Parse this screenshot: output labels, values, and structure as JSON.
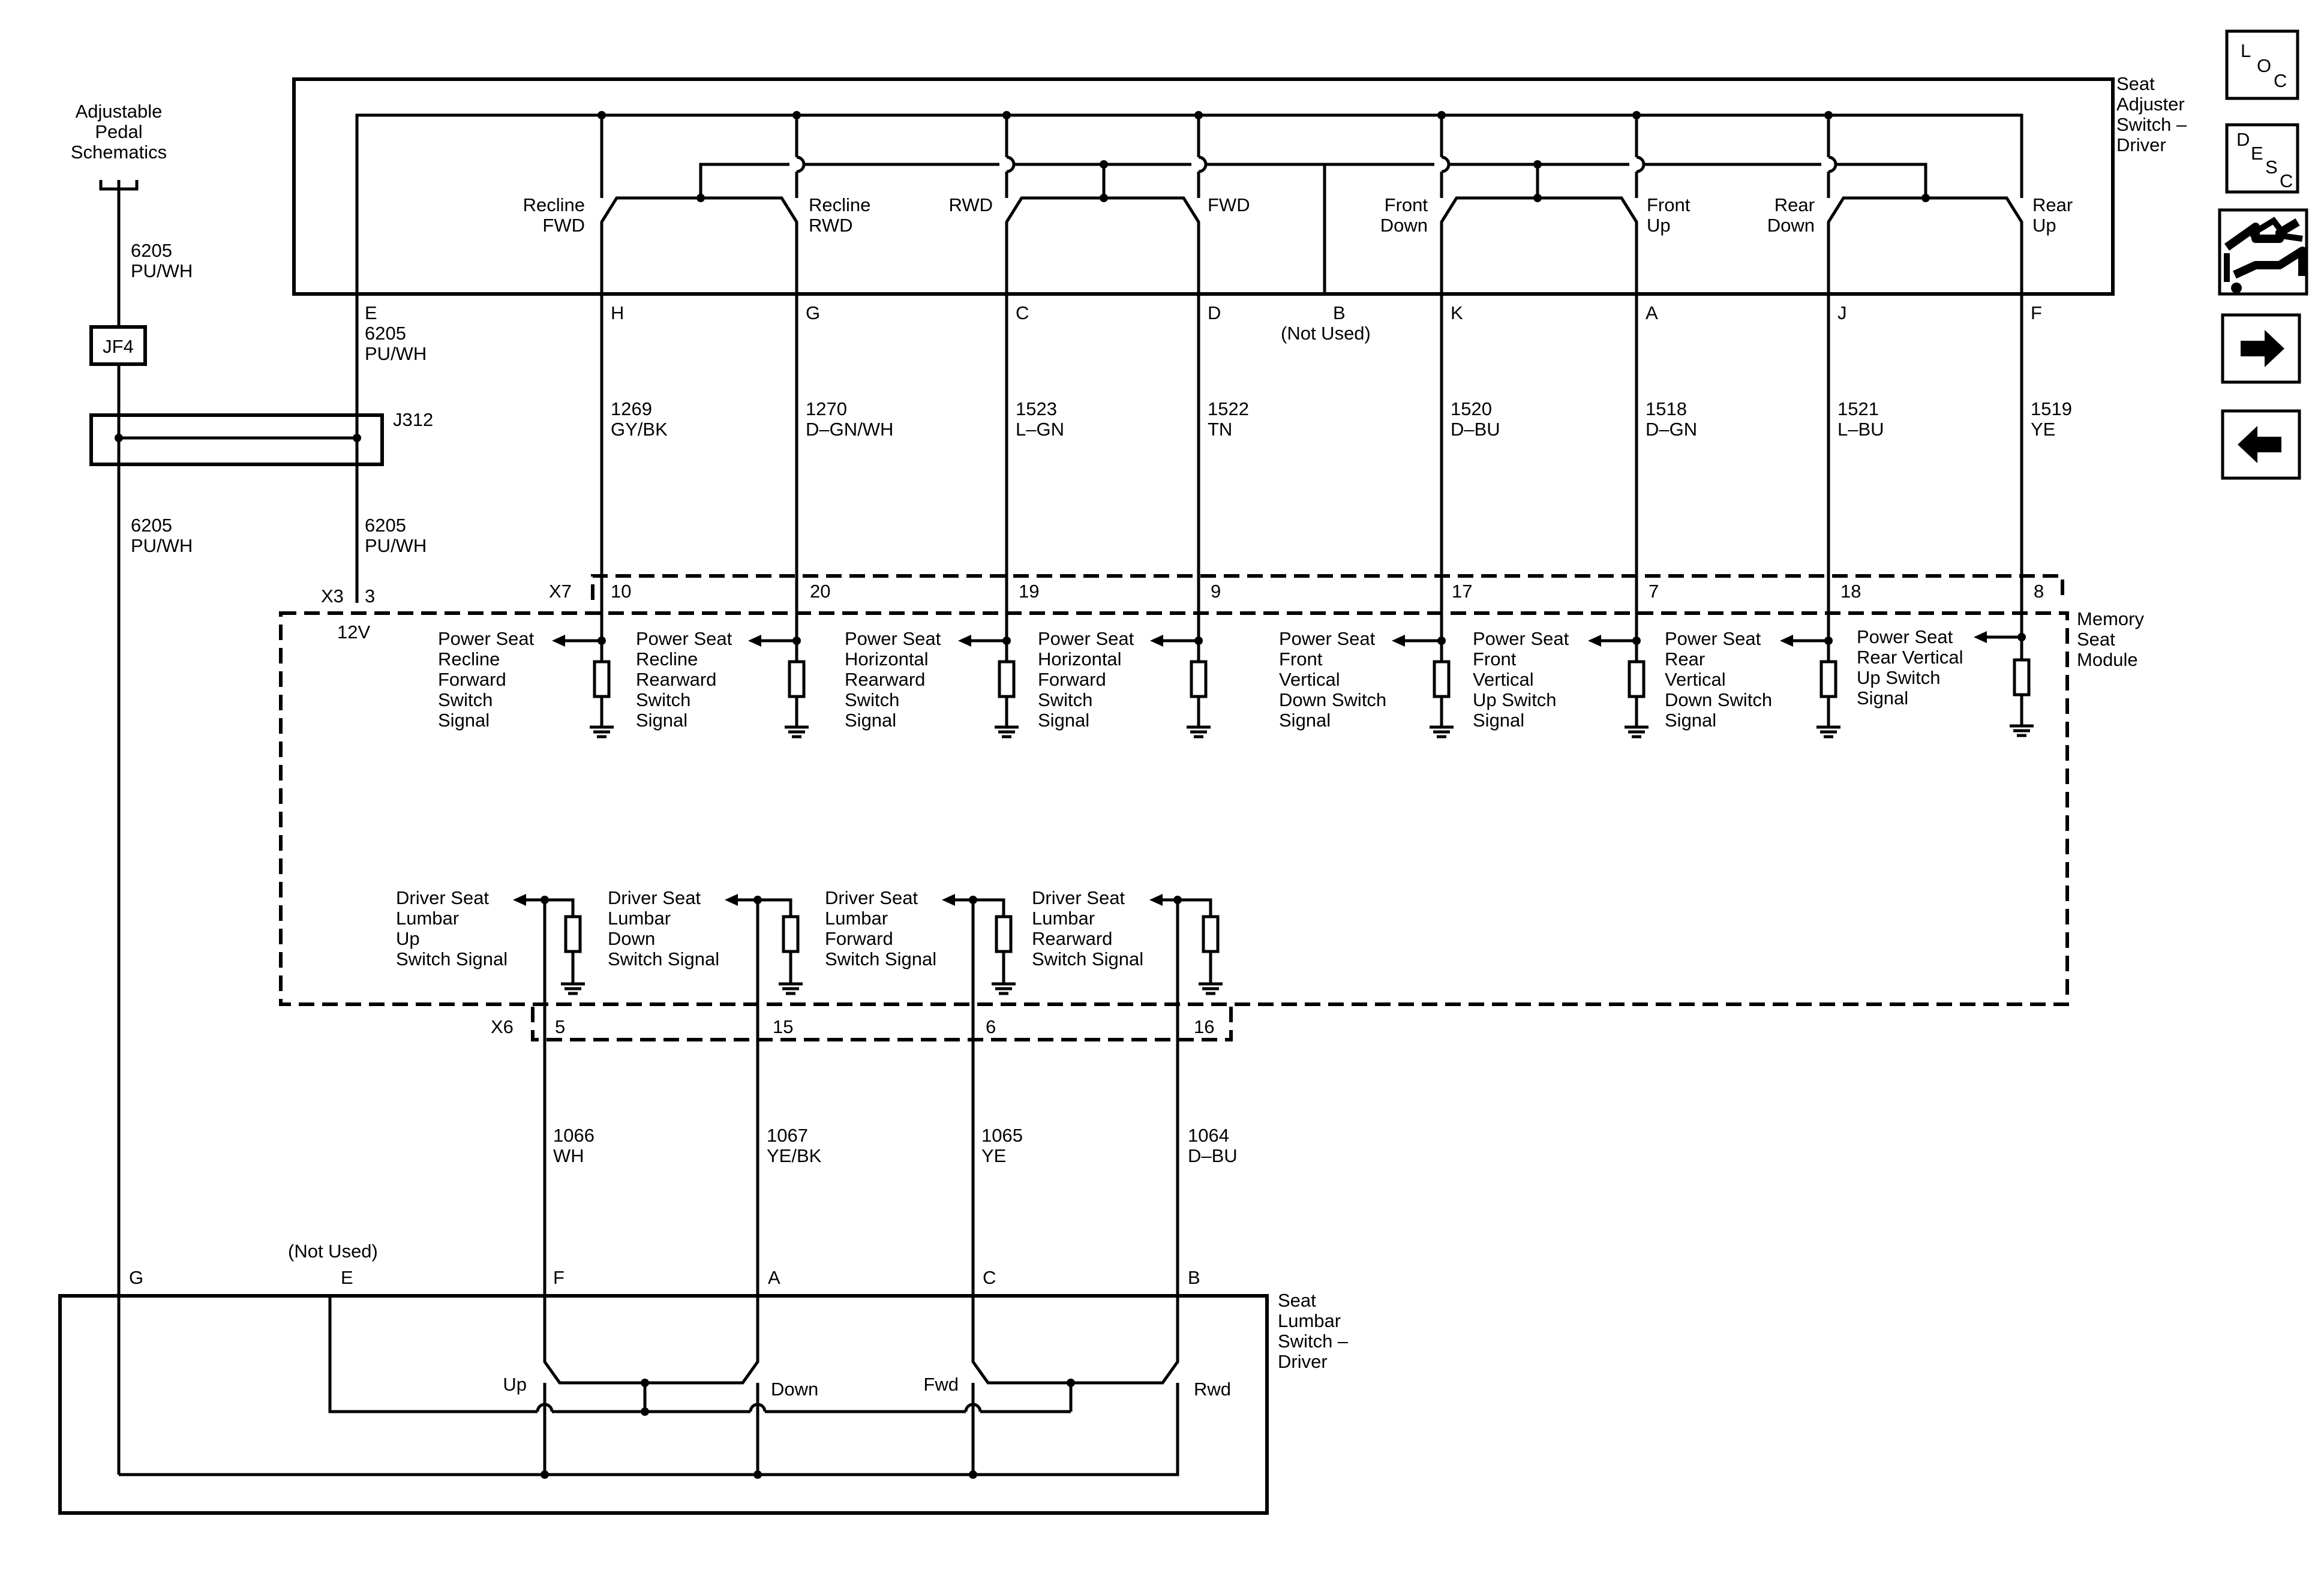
{
  "components": {
    "seat_adjuster": [
      "Seat",
      "Adjuster",
      "Switch –",
      "Driver"
    ],
    "memory_module": [
      "Memory",
      "Seat",
      "Module"
    ],
    "lumbar_switch": [
      "Seat",
      "Lumbar",
      "Switch –",
      "Driver"
    ],
    "pedal": [
      "Adjustable",
      "Pedal",
      "Schematics"
    ]
  },
  "misc": {
    "jf4": "JF4",
    "j312": "J312",
    "x3": "X3",
    "x3_pin": "3",
    "x3_voltage": "12V",
    "x7": "X7",
    "x6": "X6",
    "not_used": "(Not Used)"
  },
  "pedal_wire": {
    "upper_circuit": "6205",
    "upper_color": "PU/WH",
    "lower_circuit": "6205",
    "lower_color": "PU/WH"
  },
  "feed_wire": {
    "pin": "E",
    "upper_circuit": "6205",
    "upper_color": "PU/WH",
    "lower_circuit": "6205",
    "lower_color": "PU/WH"
  },
  "switch_labels": [
    [
      "Recline",
      "FWD"
    ],
    [
      "Recline",
      "RWD"
    ],
    [
      "RWD"
    ],
    [
      "FWD"
    ],
    [
      "Front",
      "Down"
    ],
    [
      "Front",
      "Up"
    ],
    [
      "Rear",
      "Down"
    ],
    [
      "Rear",
      "Up"
    ]
  ],
  "adjuster_pins": [
    {
      "pin": "H",
      "circuit": "1269",
      "color": "GY/BK",
      "x7_pin": "10"
    },
    {
      "pin": "G",
      "circuit": "1270",
      "color": "D–GN/WH",
      "x7_pin": "20"
    },
    {
      "pin": "C",
      "circuit": "1523",
      "color": "L–GN",
      "x7_pin": "19"
    },
    {
      "pin": "D",
      "circuit": "1522",
      "color": "TN",
      "x7_pin": "9"
    },
    {
      "pin": "B",
      "circuit": "",
      "color": "",
      "x7_pin": ""
    },
    {
      "pin": "K",
      "circuit": "1520",
      "color": "D–BU",
      "x7_pin": "17"
    },
    {
      "pin": "A",
      "circuit": "1518",
      "color": "D–GN",
      "x7_pin": "7"
    },
    {
      "pin": "J",
      "circuit": "1521",
      "color": "L–BU",
      "x7_pin": "18"
    },
    {
      "pin": "F",
      "circuit": "1519",
      "color": "YE",
      "x7_pin": "8"
    }
  ],
  "module_signals": [
    [
      "Power Seat",
      "Recline",
      "Forward",
      "Switch",
      "Signal"
    ],
    [
      "Power Seat",
      "Recline",
      "Rearward",
      "Switch",
      "Signal"
    ],
    [
      "Power Seat",
      "Horizontal",
      "Rearward",
      "Switch",
      "Signal"
    ],
    [
      "Power Seat",
      "Horizontal",
      "Forward",
      "Switch",
      "Signal"
    ],
    [
      "Power Seat",
      "Front",
      "Vertical",
      "Down Switch",
      "Signal"
    ],
    [
      "Power Seat",
      "Front",
      "Vertical",
      "Up Switch",
      "Signal"
    ],
    [
      "Power Seat",
      "Rear",
      "Vertical",
      "Down Switch",
      "Signal"
    ],
    [
      "Power Seat",
      "Rear Vertical",
      "Up Switch",
      "Signal"
    ]
  ],
  "lumbar_signals": [
    [
      "Driver Seat",
      "Lumbar",
      "Up",
      "Switch Signal"
    ],
    [
      "Driver Seat",
      "Lumbar",
      "Down",
      "Switch Signal"
    ],
    [
      "Driver Seat",
      "Lumbar",
      "Forward",
      "Switch Signal"
    ],
    [
      "Driver Seat",
      "Lumbar",
      "Rearward",
      "Switch Signal"
    ]
  ],
  "lumbar_wires": [
    {
      "x6_pin": "5",
      "circuit": "1066",
      "color": "WH",
      "pin": "F"
    },
    {
      "x6_pin": "15",
      "circuit": "1067",
      "color": "YE/BK",
      "pin": "A"
    },
    {
      "x6_pin": "6",
      "circuit": "1065",
      "color": "YE",
      "pin": "C"
    },
    {
      "x6_pin": "16",
      "circuit": "1064",
      "color": "D–BU",
      "pin": "B"
    }
  ],
  "lumbar_other_pins": {
    "g": "G",
    "e": "E"
  },
  "lumbar_switch_labels": [
    "Up",
    "Down",
    "Fwd",
    "Rwd"
  ],
  "nav": {
    "loc": [
      "L",
      "O",
      "C"
    ],
    "desc": [
      "D",
      "E",
      "S",
      "C"
    ],
    "arrows": [
      "→",
      "←"
    ],
    "icons": [
      "loc-icon",
      "desc-icon",
      "connector-icon",
      "next-arrow-icon",
      "back-arrow-icon"
    ]
  }
}
